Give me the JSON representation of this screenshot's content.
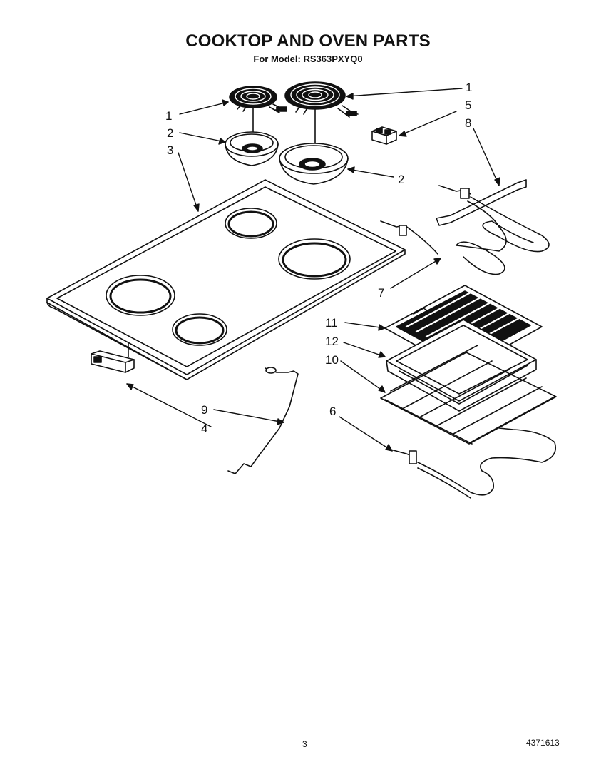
{
  "header": {
    "title": "COOKTOP AND OVEN PARTS",
    "subtitle": "For Model: RS363PXYQ0"
  },
  "footer": {
    "page_number": "3",
    "doc_number": "4371613"
  },
  "callouts": {
    "burner_small": "1",
    "burner_large": "1",
    "switch_block": "5",
    "bake_element_bracket": "8",
    "drip_bowl_small": "2",
    "drip_bowl_large": "2",
    "cooktop": "3",
    "element_wire": "7",
    "broiler_grid": "11",
    "broiler_pan": "12",
    "oven_rack": "10",
    "bake_element": "6",
    "oven_sensor": "9",
    "hinge_bracket": "4"
  },
  "colors": {
    "line": "#111111",
    "background": "#ffffff"
  }
}
